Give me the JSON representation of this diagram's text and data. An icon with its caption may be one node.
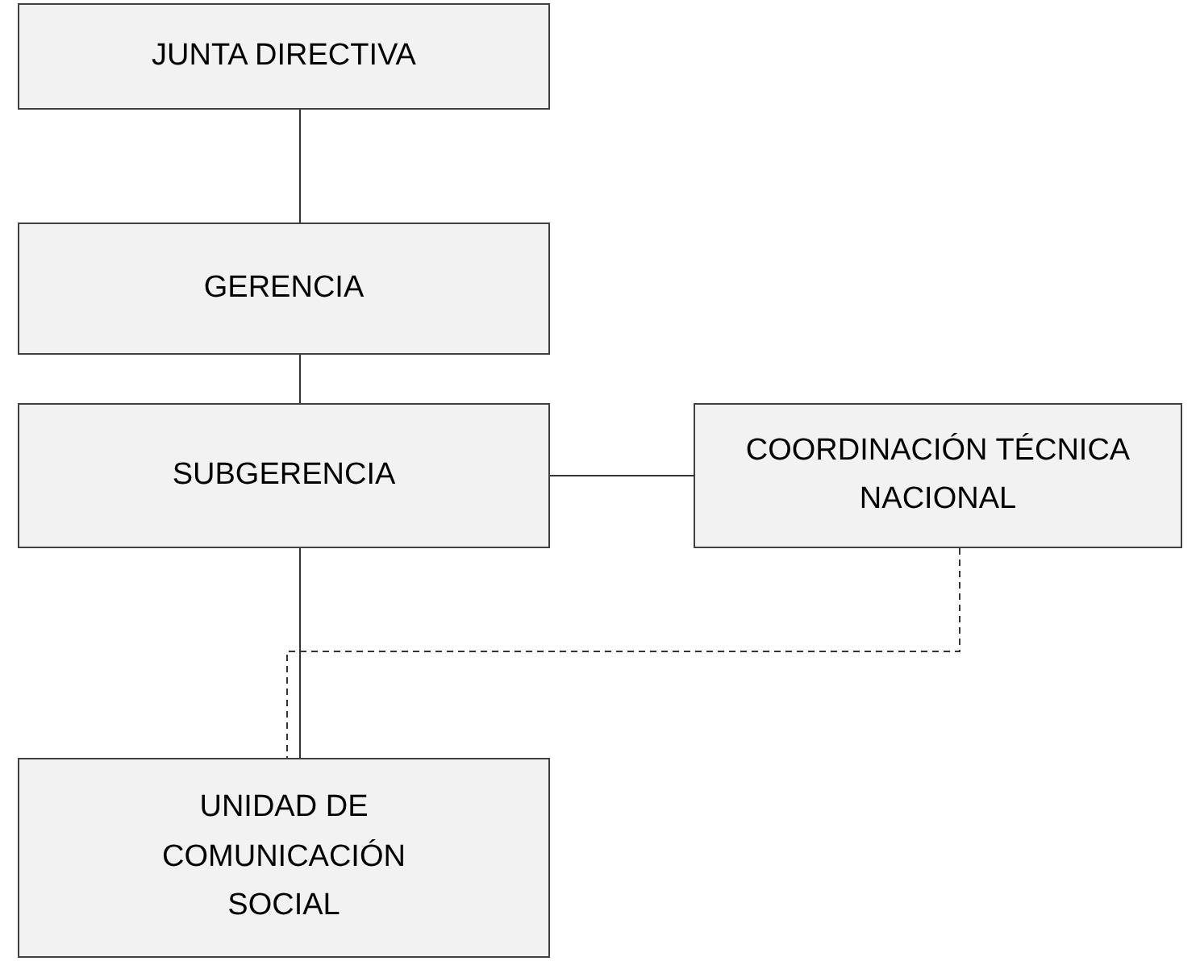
{
  "diagram": {
    "nodes": [
      {
        "text": [
          "JUNTA DIRECTIVA"
        ]
      },
      {
        "text": [
          "GERENCIA"
        ]
      },
      {
        "text": [
          "SUBGERENCIA"
        ]
      },
      {
        "text": [
          "COORDINACIÓN TÉCNICA NACIONAL"
        ]
      },
      {
        "text": [
          "UNIDAD DE COMUNICACIÓN SOCIAL"
        ]
      }
    ],
    "edges": [
      {
        "from": 0,
        "to": 1,
        "arrow": "none"
      },
      {
        "from": 1,
        "to": 2,
        "arrow": "none"
      },
      {
        "from": 2,
        "to": 3,
        "arrow": "none"
      },
      {
        "from": 2,
        "to": 4,
        "arrow": "none"
      },
      {
        "from": 3,
        "to": 4,
        "arrow": "none",
        "style": "dashed"
      }
    ]
  }
}
